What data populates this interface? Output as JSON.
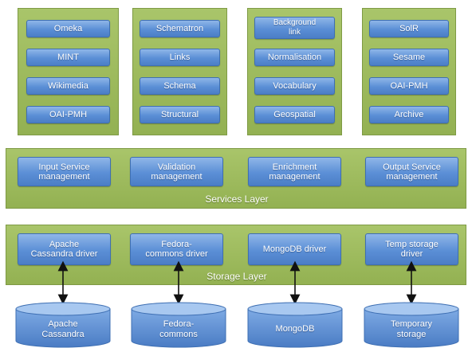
{
  "modules": [
    {
      "items": [
        "Omeka",
        "MINT",
        "Wikimedia",
        "OAI-PMH"
      ]
    },
    {
      "items": [
        "Schematron",
        "Links",
        "Schema",
        "Structural"
      ]
    },
    {
      "items": [
        "Background\nlink",
        "Normalisation",
        "Vocabulary",
        "Geospatial"
      ]
    },
    {
      "items": [
        "SolR",
        "Sesame",
        "OAI-PMH",
        "Archive"
      ]
    }
  ],
  "services_layer": {
    "label": "Services Layer",
    "items": [
      "Input Service\nmanagement",
      "Validation\nmanagement",
      "Enrichment\nmanagement",
      "Output Service\nmanagement"
    ]
  },
  "storage_layer": {
    "label": "Storage Layer",
    "items": [
      "Apache\nCassandra driver",
      "Fedora-\ncommons driver",
      "MongoDB driver",
      "Temp storage\ndriver"
    ]
  },
  "storages": [
    "Apache\nCassandra",
    "Fedora-\ncommons",
    "MongoDB",
    "Temporary\nstorage"
  ],
  "colors": {
    "layer_green": "#9bb85a",
    "box_blue": "#5b8fd6",
    "arrow": "#111111"
  }
}
